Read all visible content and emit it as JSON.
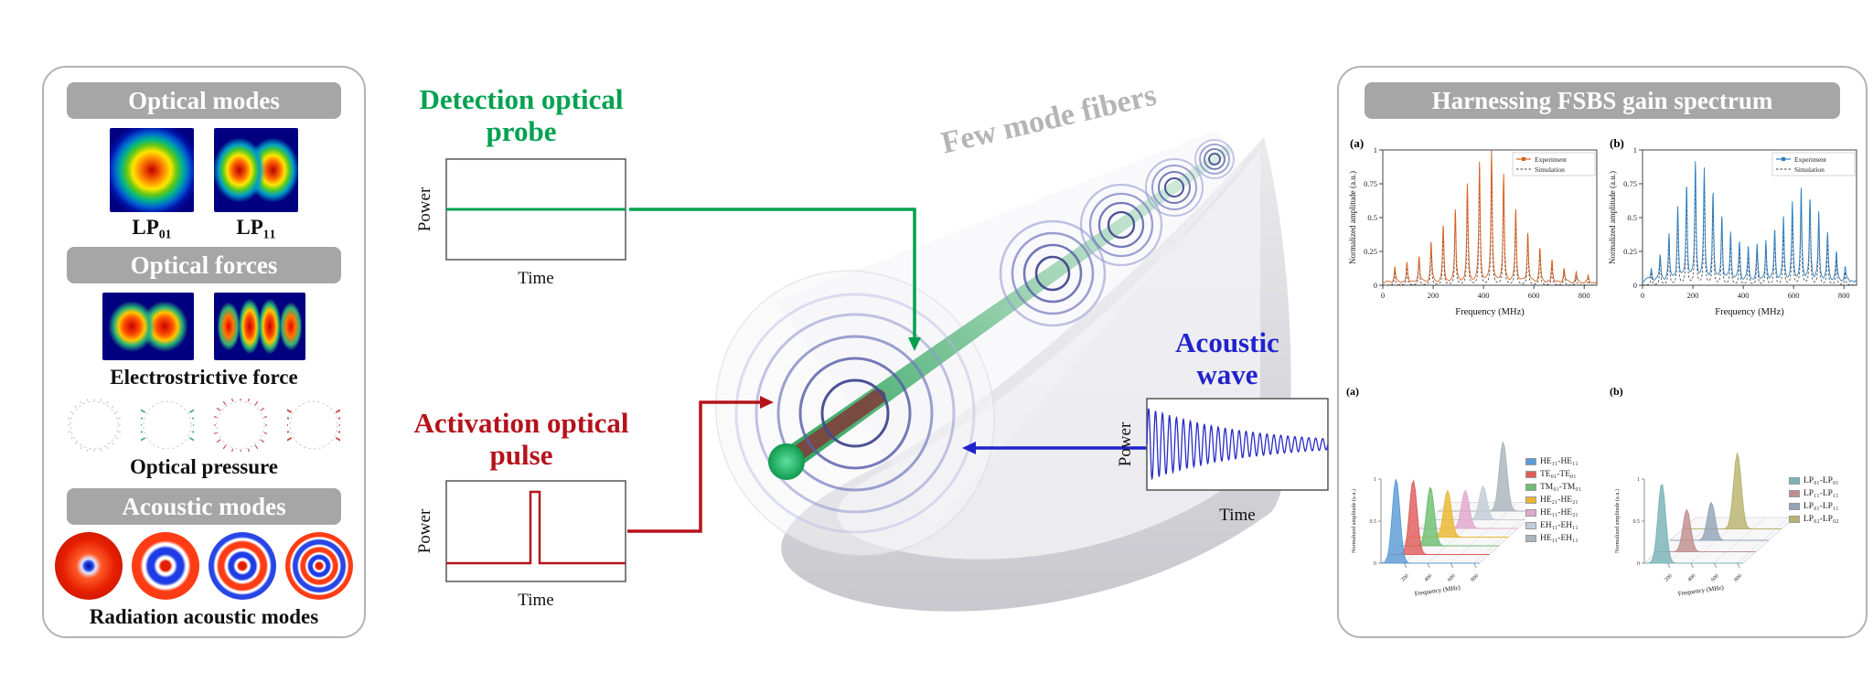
{
  "left_panel": {
    "section_optical_modes": "Optical modes",
    "mode_labels": [
      "LP₀₁",
      "LP₁₁"
    ],
    "section_optical_forces": "Optical forces",
    "caption_electrostrictive": "Electrostrictive force",
    "caption_optical_pressure": "Optical pressure",
    "section_acoustic_modes": "Acoustic modes",
    "caption_radiation": "Radiation acoustic modes"
  },
  "middle": {
    "detection_title": "Detection optical probe",
    "activation_title": "Activation optical pulse",
    "acoustic_title": "Acoustic wave",
    "fiber_label": "Few mode fibers",
    "power_label": "Power",
    "time_label": "Time",
    "colors": {
      "detection": "#00a14f",
      "activation": "#b5121b",
      "acoustic": "#2222cc",
      "rings": "#575da8",
      "fiber": "#2fa45e"
    }
  },
  "right_panel": {
    "header": "Harnessing FSBS gain spectrum"
  },
  "chart_data": [
    {
      "id": "fsbs_spectrum_a",
      "type": "line",
      "panel": "(a)",
      "xlabel": "Frequency (MHz)",
      "ylabel": "Normalized amplitude (a.u.)",
      "xlim": [
        0,
        850
      ],
      "ylim": [
        0,
        1
      ],
      "xticks": [
        0,
        200,
        400,
        600,
        800
      ],
      "yticks": [
        0,
        0.25,
        0.5,
        0.75,
        1
      ],
      "legend": [
        "Experiment",
        "Simulation"
      ],
      "experiment_color": "#d95f1e",
      "simulation_color": "#3a3a3a",
      "noise": 0.03,
      "peaks": [
        {
          "f": 48,
          "a": 0.12
        },
        {
          "f": 96,
          "a": 0.15
        },
        {
          "f": 144,
          "a": 0.2
        },
        {
          "f": 192,
          "a": 0.3
        },
        {
          "f": 240,
          "a": 0.42
        },
        {
          "f": 288,
          "a": 0.55
        },
        {
          "f": 336,
          "a": 0.72
        },
        {
          "f": 384,
          "a": 0.88
        },
        {
          "f": 432,
          "a": 1.0
        },
        {
          "f": 480,
          "a": 0.8
        },
        {
          "f": 528,
          "a": 0.55
        },
        {
          "f": 576,
          "a": 0.38
        },
        {
          "f": 624,
          "a": 0.26
        },
        {
          "f": 672,
          "a": 0.17
        },
        {
          "f": 720,
          "a": 0.11
        },
        {
          "f": 768,
          "a": 0.07
        },
        {
          "f": 816,
          "a": 0.05
        }
      ]
    },
    {
      "id": "fsbs_spectrum_b",
      "type": "line",
      "panel": "(b)",
      "xlabel": "Frequency (MHz)",
      "ylabel": "Normalized amplitude (a.u.)",
      "xlim": [
        0,
        850
      ],
      "ylim": [
        0,
        1
      ],
      "xticks": [
        0,
        200,
        400,
        600,
        800
      ],
      "yticks": [
        0,
        0.25,
        0.5,
        0.75,
        1
      ],
      "legend": [
        "Experiment",
        "Simulation"
      ],
      "experiment_color": "#2d7fc1",
      "simulation_color": "#3a3a3a",
      "noise": 0.05,
      "peaks": [
        {
          "f": 35,
          "a": 0.1
        },
        {
          "f": 70,
          "a": 0.2
        },
        {
          "f": 105,
          "a": 0.35
        },
        {
          "f": 140,
          "a": 0.55
        },
        {
          "f": 175,
          "a": 0.72
        },
        {
          "f": 210,
          "a": 0.88
        },
        {
          "f": 245,
          "a": 0.82
        },
        {
          "f": 280,
          "a": 0.65
        },
        {
          "f": 315,
          "a": 0.48
        },
        {
          "f": 350,
          "a": 0.36
        },
        {
          "f": 385,
          "a": 0.28
        },
        {
          "f": 420,
          "a": 0.24
        },
        {
          "f": 455,
          "a": 0.26
        },
        {
          "f": 490,
          "a": 0.3
        },
        {
          "f": 525,
          "a": 0.38
        },
        {
          "f": 560,
          "a": 0.46
        },
        {
          "f": 595,
          "a": 0.56
        },
        {
          "f": 630,
          "a": 0.68
        },
        {
          "f": 665,
          "a": 0.62
        },
        {
          "f": 700,
          "a": 0.5
        },
        {
          "f": 735,
          "a": 0.34
        },
        {
          "f": 770,
          "a": 0.2
        },
        {
          "f": 805,
          "a": 0.1
        }
      ]
    },
    {
      "id": "modal_gain_3d_a",
      "type": "area3d",
      "panel": "(a)",
      "xlabel": "Frequency (MHz)",
      "zlabel": "Normalized amplitude (a.u.)",
      "xlim": [
        0,
        850
      ],
      "xticks": [
        200,
        400,
        600,
        800
      ],
      "zticks": [
        0,
        0.5,
        1
      ],
      "series": [
        {
          "name": "HE₁₁-HE₁₁",
          "color": "#5b9bd5",
          "peak_mhz": 130,
          "amplitude": 1.0
        },
        {
          "name": "TE₀₁-TE₀₁",
          "color": "#e05c5c",
          "peak_mhz": 195,
          "amplitude": 0.88
        },
        {
          "name": "TM₀₁-TM₀₁",
          "color": "#6fbf73",
          "peak_mhz": 260,
          "amplitude": 0.7
        },
        {
          "name": "HE₂₁-HE₂₁",
          "color": "#eab830",
          "peak_mhz": 325,
          "amplitude": 0.55
        },
        {
          "name": "HE₁₁-HE₂₁",
          "color": "#e0a8cc",
          "peak_mhz": 395,
          "amplitude": 0.45
        },
        {
          "name": "EH₁₁-EH₁₁",
          "color": "#c2cdd8",
          "peak_mhz": 465,
          "amplitude": 0.4
        },
        {
          "name": "HE₁₁-EH₁₁",
          "color": "#a9b4bc",
          "peak_mhz": 555,
          "amplitude": 0.82
        }
      ]
    },
    {
      "id": "modal_gain_3d_b",
      "type": "area3d",
      "panel": "(b)",
      "xlabel": "Frequency (MHz)",
      "zlabel": "Normalized amplitude (a.u.)",
      "xlim": [
        0,
        850
      ],
      "xticks": [
        200,
        400,
        600,
        800
      ],
      "zticks": [
        0,
        0.5,
        1
      ],
      "series": [
        {
          "name": "LP₀₁-LP₀₁",
          "color": "#7ab3b8",
          "peak_mhz": 150,
          "amplitude": 0.95
        },
        {
          "name": "LP₁₁-LP₁₁",
          "color": "#c18f8f",
          "peak_mhz": 255,
          "amplitude": 0.5
        },
        {
          "name": "LP₀₁-LP₁₁",
          "color": "#93a3b8",
          "peak_mhz": 355,
          "amplitude": 0.45
        },
        {
          "name": "LP₀₂-LP₀₂",
          "color": "#b8b36e",
          "peak_mhz": 470,
          "amplitude": 0.9
        }
      ]
    },
    {
      "id": "detection_probe",
      "type": "line",
      "waveform": "constant",
      "xlabel": "Time",
      "ylabel": "Power"
    },
    {
      "id": "activation_pulse",
      "type": "line",
      "waveform": "single-pulse",
      "xlabel": "Time",
      "ylabel": "Power"
    },
    {
      "id": "acoustic_wave",
      "type": "line",
      "waveform": "decaying-sinusoid",
      "cycles": 26,
      "decay": 1.9,
      "xlabel": "Time",
      "ylabel": "Power"
    }
  ]
}
